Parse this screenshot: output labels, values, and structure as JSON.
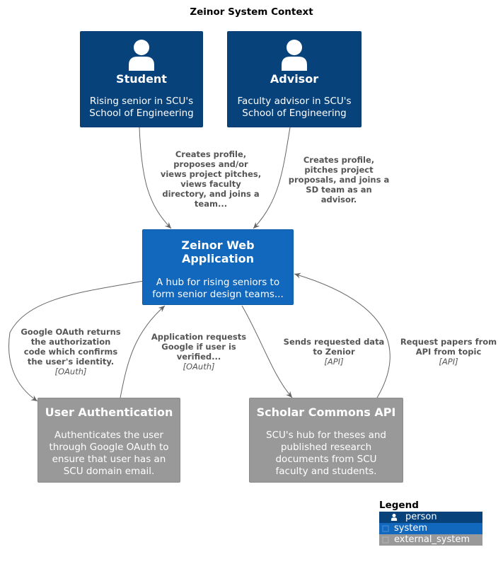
{
  "title": "Zeinor System Context",
  "colors": {
    "person": "#08427b",
    "system": "#1168bd",
    "external_system": "#999999",
    "arrow": "#666666",
    "label_text": "#555555"
  },
  "nodes": {
    "student": {
      "name": "Student",
      "description": [
        "Rising senior in SCU's",
        "School of Engineering"
      ],
      "icon": "person-icon"
    },
    "advisor": {
      "name": "Advisor",
      "description": [
        "Faculty advisor in SCU's",
        "School of Engineering"
      ],
      "icon": "person-icon"
    },
    "web_app": {
      "name": [
        "Zeinor Web",
        "Application"
      ],
      "description": [
        "A hub for rising seniors to",
        "form senior design teams..."
      ]
    },
    "user_auth": {
      "name": "User Authentication",
      "description": [
        "Authenticates the user",
        "through Google OAuth to",
        "ensure that user has an",
        "SCU domain email."
      ]
    },
    "scholar_commons": {
      "name": "Scholar Commons API",
      "description": [
        "SCU's hub for theses and",
        "published research",
        "documents from SCU",
        "faculty and students."
      ]
    }
  },
  "relationships": {
    "student_to_webapp": {
      "label": [
        "Creates profile,",
        "proposes and/or",
        "views project pitches,",
        "views faculty",
        "directory, and joins a",
        "team..."
      ]
    },
    "advisor_to_webapp": {
      "label": [
        "Creates profile,",
        "pitches project",
        "proposals, and joins a",
        "SD team as an",
        "advisor."
      ]
    },
    "webapp_to_auth": {
      "label": [
        "Google OAuth returns",
        "the authorization",
        "code which confirms",
        "the user's identity."
      ],
      "technology": "[OAuth]"
    },
    "auth_to_webapp": {
      "label": [
        "Application requests",
        "Google if user is",
        "verified..."
      ],
      "technology": "[OAuth]"
    },
    "webapp_to_scholar": {
      "label": [
        "Sends requested data",
        "to Zenior"
      ],
      "technology": "[API]"
    },
    "scholar_to_webapp": {
      "label": [
        "Request papers from",
        "API from topic"
      ],
      "technology": "[API]"
    }
  },
  "legend": {
    "title": "Legend",
    "items": [
      {
        "label": "person",
        "icon": "person-icon"
      },
      {
        "label": "system",
        "icon": "system-glyph-icon"
      },
      {
        "label": "external_system",
        "icon": "external-glyph-icon"
      }
    ]
  }
}
